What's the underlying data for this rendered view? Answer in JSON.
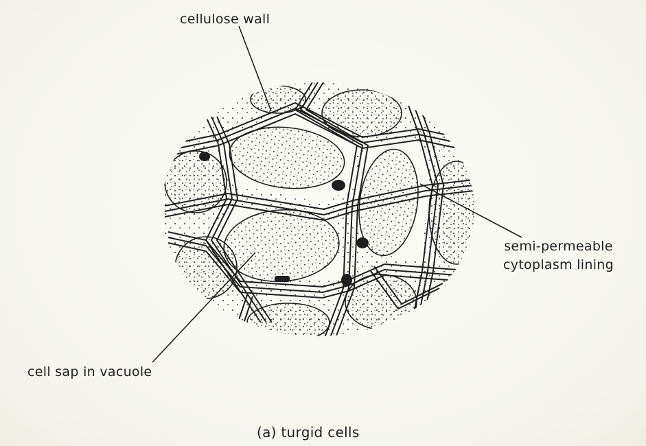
{
  "labels": {
    "cell_wall": "cellulose wall",
    "membrane_line1": "semi-permeable",
    "membrane_line2": "cytoplasm lining",
    "cell_sap": "cell sap in vacuole"
  },
  "caption": "(a) turgid cells",
  "colors": {
    "ink": "#1e1e1e",
    "paper": "#fbfbf6"
  }
}
